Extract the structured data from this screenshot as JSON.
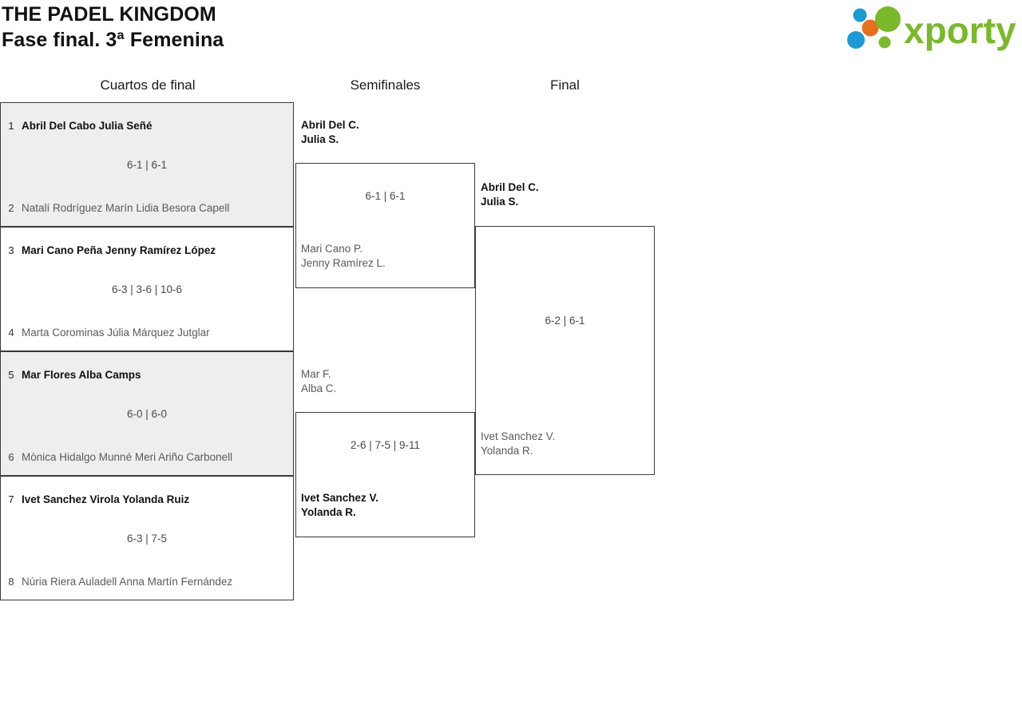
{
  "header": {
    "tournament_name": "THE PADEL KINGDOM",
    "phase": "Fase final. 3ª Femenina",
    "logo": {
      "name": "xporty-logo",
      "wordmark": "xporty",
      "colors": {
        "green": "#7ab929",
        "blue": "#1b9ad6",
        "orange": "#e8701a"
      }
    }
  },
  "rounds": [
    {
      "label": "Cuartos de final"
    },
    {
      "label": "Semifinales"
    },
    {
      "label": "Final"
    }
  ],
  "quarterfinals": [
    {
      "score": "6-1 | 6-1",
      "shaded": true,
      "teams": [
        {
          "seed": "1",
          "p1": "Abril Del Cabo",
          "p2": "Julia Señé",
          "winner": true
        },
        {
          "seed": "2",
          "p1": "Natalí Rodríguez Marín",
          "p2": "Lidia Besora Capell",
          "winner": false
        }
      ]
    },
    {
      "score": "6-3 | 3-6 | 10-6",
      "shaded": false,
      "teams": [
        {
          "seed": "3",
          "p1": "Mari Cano Peña",
          "p2": "Jenny Ramírez López",
          "winner": true
        },
        {
          "seed": "4",
          "p1": "Marta Corominas",
          "p2": "Júlia Márquez Jutglar",
          "winner": false
        }
      ]
    },
    {
      "score": "6-0 | 6-0",
      "shaded": true,
      "teams": [
        {
          "seed": "5",
          "p1": "Mar Flores",
          "p2": "Alba Camps",
          "winner": true
        },
        {
          "seed": "6",
          "p1": "Mònica Hidalgo Munné",
          "p2": "Meri Ariño Carbonell",
          "winner": false
        }
      ]
    },
    {
      "score": "6-3 | 7-5",
      "shaded": false,
      "teams": [
        {
          "seed": "7",
          "p1": "Ivet Sanchez Virola",
          "p2": "Yolanda Ruiz",
          "winner": true
        },
        {
          "seed": "8",
          "p1": "Núria Riera Auladell",
          "p2": "Anna Martín Fernández",
          "winner": false
        }
      ]
    }
  ],
  "semifinals": [
    {
      "score": "6-1 | 6-1",
      "teams": [
        {
          "p1": "Abril Del C.",
          "p2": "Julia S.",
          "winner": true
        },
        {
          "p1": "Mari Cano P.",
          "p2": "Jenny Ramírez L.",
          "winner": false
        }
      ]
    },
    {
      "score": "2-6 | 7-5 | 9-11",
      "teams": [
        {
          "p1": "Mar F.",
          "p2": "Alba C.",
          "winner": false
        },
        {
          "p1": "Ivet Sanchez V.",
          "p2": "Yolanda R.",
          "winner": true
        }
      ]
    }
  ],
  "final": {
    "score": "6-2 | 6-1",
    "teams": [
      {
        "p1": "Abril Del C.",
        "p2": "Julia S.",
        "winner": true
      },
      {
        "p1": "Ivet Sanchez V.",
        "p2": "Yolanda R.",
        "winner": false
      }
    ]
  }
}
